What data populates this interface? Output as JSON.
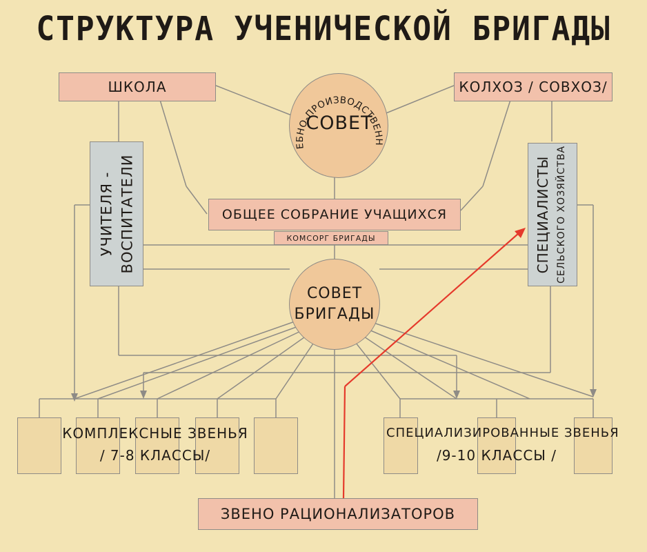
{
  "title": "СТРУКТУРА УЧЕНИЧЕСКОЙ БРИГАДЫ",
  "nodes": {
    "school": "ШКОЛА",
    "kolkhoz": "КОЛХОЗ / СОВХОЗ/",
    "council_arc": "УЧЕБНО-ПРОИЗВОДСТВЕННЫЙ",
    "council_word": "СОВЕТ",
    "teachers_line1": "УЧИТЕЛЯ -",
    "teachers_line2": "ВОСПИТАТЕЛИ",
    "specialists_line1": "СПЕЦИАЛИСТЫ",
    "specialists_line2": "СЕЛЬСКОГО ХОЗЯЙСТВА",
    "general_meeting": "ОБЩЕЕ СОБРАНИЕ УЧАЩИХСЯ",
    "komsorg": "КОМСОРГ БРИГАДЫ",
    "brigade_council_line1": "СОВЕТ",
    "brigade_council_line2": "БРИГАДЫ",
    "complex_units_line1": "КОМПЛЕКСНЫЕ ЗВЕНЬЯ",
    "complex_units_line2": "/ 7-8 КЛАССЫ/",
    "special_units_line1": "СПЕЦИАЛИЗИРОВАННЫЕ ЗВЕНЬЯ",
    "special_units_line2": "/9-10 КЛАССЫ /",
    "rationalizers": "ЗВЕНО РАЦИОНАЛИЗАТОРОВ"
  },
  "colors": {
    "background": "#f3e4b4",
    "pink_box": "#f2c1ab",
    "circle": "#f0c89a",
    "unit_box": "#efd9a6",
    "blue_box": "#cdd3d2",
    "line": "#8e8b86",
    "red_arrow": "#e5392b"
  }
}
